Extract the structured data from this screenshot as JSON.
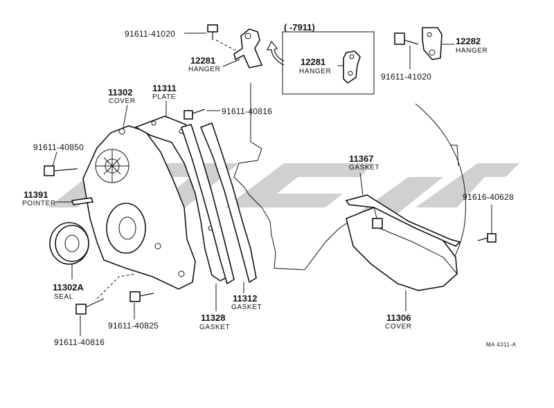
{
  "colors": {
    "line": "#111111",
    "watermark": "#c8c8c8",
    "background": "#ffffff"
  },
  "watermark_icon": "watermark-logo-icon",
  "inset_range": "(     -7911)",
  "reference_code": "MA 4311-A",
  "parts": {
    "bolt_91611_41020_top": {
      "number": "91611-41020"
    },
    "hanger_12281_main": {
      "number": "12281",
      "name": "HANGER"
    },
    "hanger_12281_inset": {
      "number": "12281",
      "name": "HANGER"
    },
    "bolt_91611_41020_right": {
      "number": "91611-41020"
    },
    "hanger_12282": {
      "number": "12282",
      "name": "HANGER"
    },
    "cover_11302": {
      "number": "11302",
      "name": "COVER"
    },
    "plate_11311": {
      "number": "11311",
      "name": "PLATE"
    },
    "bolt_91611_40816_top": {
      "number": "91611-40816"
    },
    "bolt_91611_40850": {
      "number": "91611-40850"
    },
    "pointer_11391": {
      "number": "11391",
      "name": "POINTER"
    },
    "gasket_11367": {
      "number": "11367",
      "name": "GASKET"
    },
    "bolt_91616_40628": {
      "number": "91616-40628"
    },
    "seal_11302a": {
      "number": "11302A",
      "name": "SEAL"
    },
    "gasket_11312": {
      "number": "11312",
      "name": "GASKET"
    },
    "gasket_11328": {
      "number": "11328",
      "name": "GASKET"
    },
    "bolt_91611_40825": {
      "number": "91611-40825"
    },
    "cover_11306": {
      "number": "11306",
      "name": "COVER"
    },
    "bolt_91611_40816_bottom": {
      "number": "91611-40816"
    }
  }
}
